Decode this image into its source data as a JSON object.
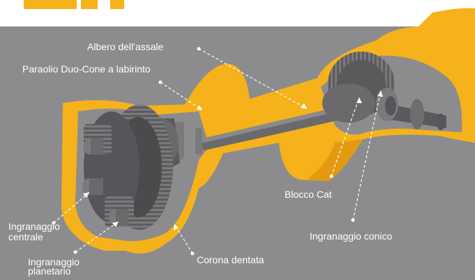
{
  "colors": {
    "panel": "#8c8c8f",
    "housing": "#f5b21a",
    "housing_dark": "#e49a10",
    "metal_dark": "#4b4b4e",
    "metal_mid": "#6a6a6d",
    "metal_light": "#9a9a9d",
    "label": "#ffffff"
  },
  "labels": {
    "albero": "Albero dell'assale",
    "paraolio": "Paraolio Duo-Cone a labirinto",
    "blocco": "Blocco Cat",
    "conico": "Ingranaggio conico",
    "centrale": "Ingranaggio centrale",
    "planetario": "Ingranaggio planetario",
    "corona": "Corona dentata"
  }
}
